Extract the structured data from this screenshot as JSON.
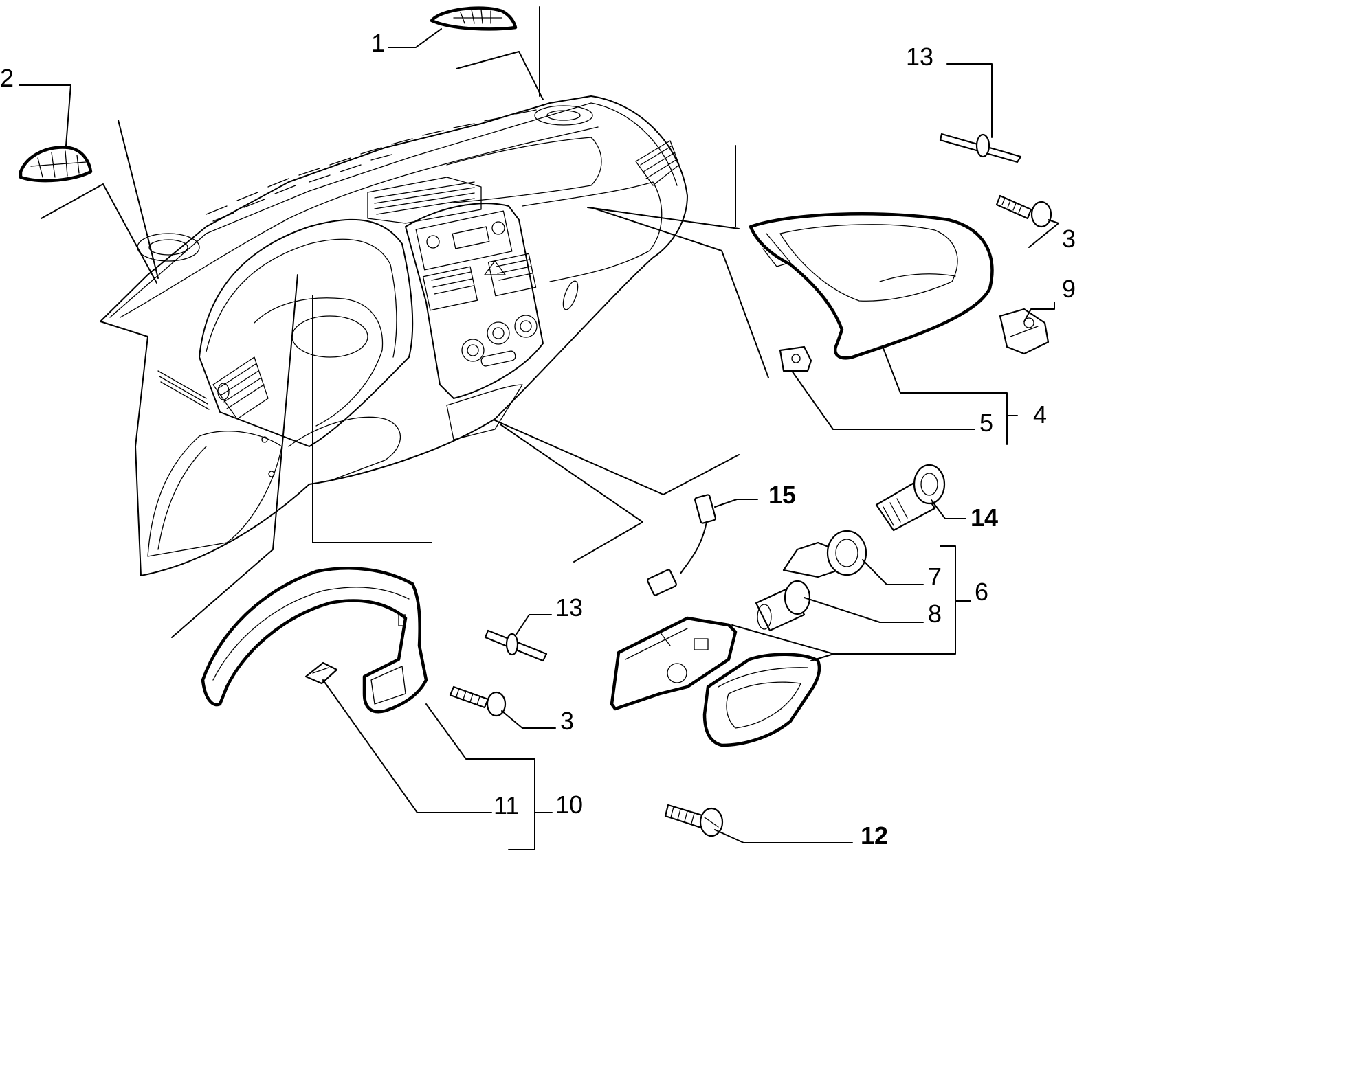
{
  "callouts": [
    {
      "id": "c1",
      "text": "1"
    },
    {
      "id": "c2",
      "text": "2"
    },
    {
      "id": "c13a",
      "text": "13"
    },
    {
      "id": "c3a",
      "text": "3"
    },
    {
      "id": "c9",
      "text": "9"
    },
    {
      "id": "c4",
      "text": "4"
    },
    {
      "id": "c5",
      "text": "5"
    },
    {
      "id": "c15",
      "text": "15"
    },
    {
      "id": "c14",
      "text": "14"
    },
    {
      "id": "c7",
      "text": "7"
    },
    {
      "id": "c6",
      "text": "6"
    },
    {
      "id": "c8",
      "text": "8"
    },
    {
      "id": "c13b",
      "text": "13"
    },
    {
      "id": "c3b",
      "text": "3"
    },
    {
      "id": "c11",
      "text": "11"
    },
    {
      "id": "c10",
      "text": "10"
    },
    {
      "id": "c12",
      "text": "12"
    }
  ]
}
